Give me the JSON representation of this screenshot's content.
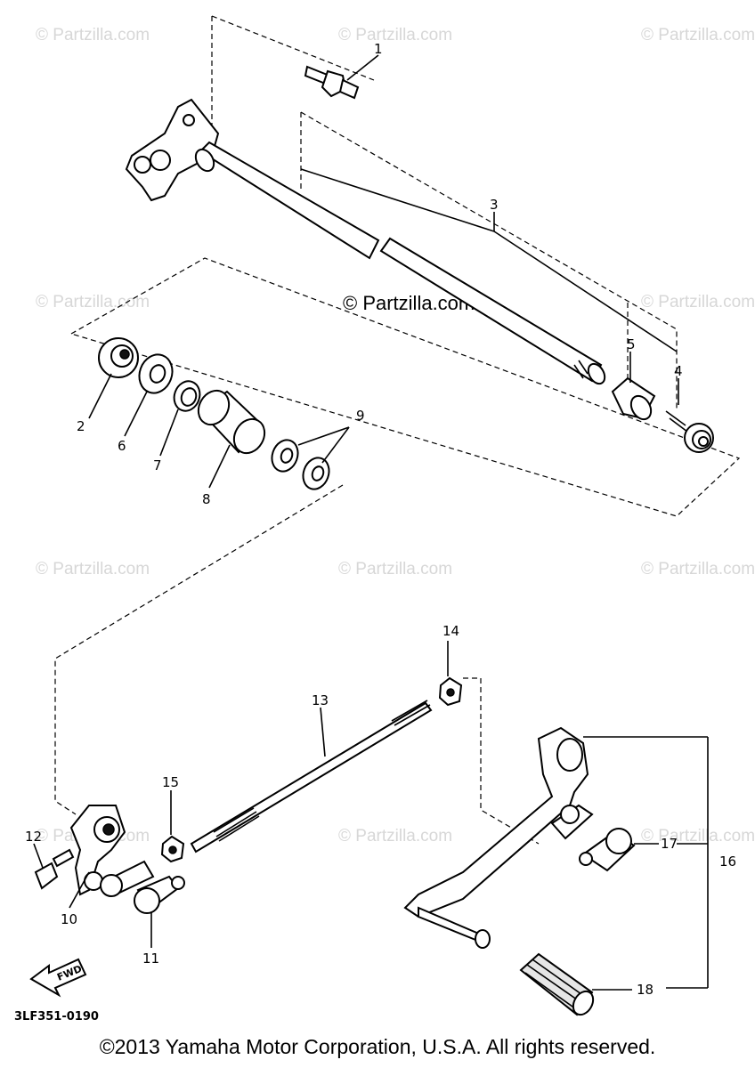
{
  "watermarks": {
    "corner_text": "© Partzilla.com",
    "center_text": "© Partzilla.com"
  },
  "callouts": {
    "p1": "1",
    "p2": "2",
    "p3": "3",
    "p4": "4",
    "p5": "5",
    "p6": "6",
    "p7": "7",
    "p8": "8",
    "p9": "9",
    "p10": "10",
    "p11": "11",
    "p12": "12",
    "p13": "13",
    "p14": "14",
    "p15": "15",
    "p16": "16",
    "p17": "17",
    "p18": "18"
  },
  "fwd_label": "FWD",
  "diagram_code": "3LF351-0190",
  "copyright": "©2013 Yamaha Motor Corporation, U.S.A. All rights reserved."
}
